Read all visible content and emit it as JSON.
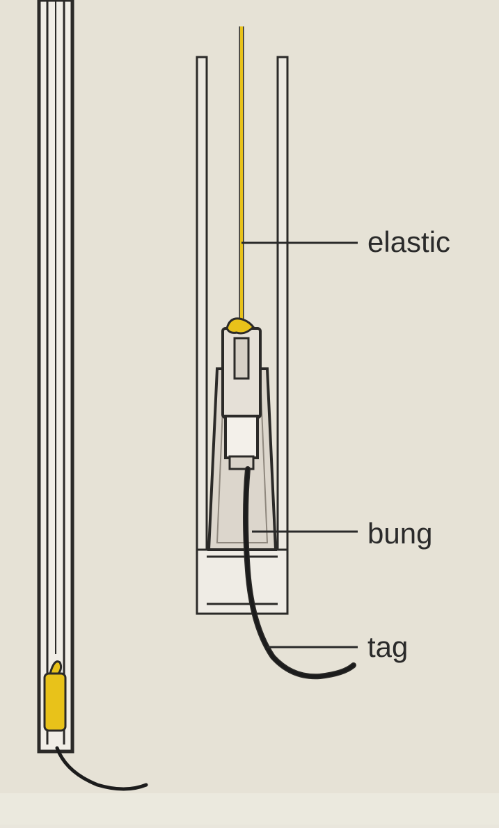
{
  "diagram": {
    "labels": {
      "elastic": "elastic",
      "bung": "bung",
      "tag": "tag"
    },
    "colors": {
      "background": "#e6e2d6",
      "bottom_strip": "#ebe9de",
      "tube_wall": "#2b2a28",
      "tube_fill": "#ece9e1",
      "elastic": "#e8c21a",
      "bung_fill": "#dcd6cc",
      "tag_cord": "#1c1c1c",
      "text": "#2a2a2a"
    }
  }
}
